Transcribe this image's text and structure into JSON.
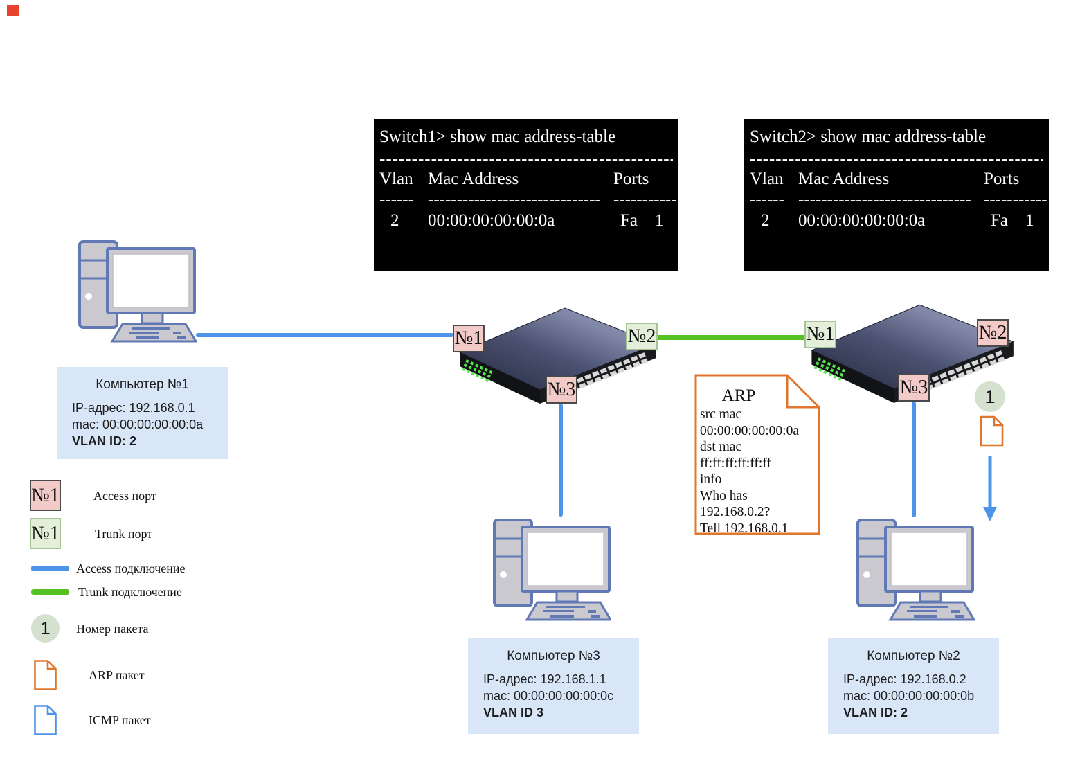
{
  "terminals": {
    "switch1": {
      "title": "Switch1> show mac address-table",
      "sep_full": "-----------------------------------------------",
      "headers": {
        "vlan": "Vlan",
        "mac": "Mac Address",
        "ports": "Ports"
      },
      "seps": {
        "vlan": "------",
        "mac": "------------------------------",
        "ports": "-----------"
      },
      "row": {
        "vlan": "2",
        "mac": "00:00:00:00:00:0a",
        "ports": "Fa    1"
      }
    },
    "switch2": {
      "title": "Switch2> show mac address-table",
      "sep_full": "-----------------------------------------------",
      "headers": {
        "vlan": "Vlan",
        "mac": "Mac Address",
        "ports": "Ports"
      },
      "seps": {
        "vlan": "------",
        "mac": "------------------------------",
        "ports": "-----------"
      },
      "row": {
        "vlan": "2",
        "mac": "00:00:00:00:00:0a",
        "ports": "Fa    1"
      }
    }
  },
  "computers": {
    "pc1": {
      "title": "Компьютер №1",
      "ip": "IP-адрес: 192.168.0.1",
      "mac": "mac: 00:00:00:00:00:0a",
      "vlan": "VLAN ID: 2"
    },
    "pc2": {
      "title": "Компьютер №2",
      "ip": "IP-адрес: 192.168.0.2",
      "mac": "mac: 00:00:00:00:00:0b",
      "vlan": "VLAN ID: 2"
    },
    "pc3": {
      "title": "Компьютер №3",
      "ip": "IP-адрес: 192.168.1.1",
      "mac": "mac: 00:00:00:00:00:0c",
      "vlan": "VLAN ID 3"
    }
  },
  "ports": {
    "s1p1": "№1",
    "s1p2": "№2",
    "s1p3": "№3",
    "s2p1": "№1",
    "s2p2": "№2",
    "s2p3": "№3"
  },
  "arp_box": {
    "title": "ARP",
    "lines": [
      "src mac",
      "00:00:00:00:00:0a",
      "dst mac",
      "ff:ff:ff:ff:ff:ff",
      "info",
      "Who has 192.168.0.2?",
      "Tell 192.168.0.1"
    ]
  },
  "packet_badge": "1",
  "legend": {
    "access_port_box": "№1",
    "access_port_label": "Access порт",
    "trunk_port_box": "№1",
    "trunk_port_label": "Trunk порт",
    "access_link_label": "Access подключение",
    "trunk_link_label": "Trunk подключение",
    "packet_number_badge": "1",
    "packet_number_label": "Номер пакета",
    "arp_packet_label": "ARP пакет",
    "icmp_packet_label": "ICMP пакет"
  },
  "colors": {
    "access_link": "#4d93e8",
    "trunk_link": "#53c222",
    "access_port_bg": "#f2cbc9",
    "trunk_port_bg": "#e3efd9",
    "info_box_bg": "#d9e6f8",
    "packet_badge_bg": "#d3e1ce",
    "arp_accent": "#e0762e",
    "icmp_accent": "#4d93e8",
    "terminal_bg": "#000000",
    "terminal_fg": "#ffffff"
  }
}
